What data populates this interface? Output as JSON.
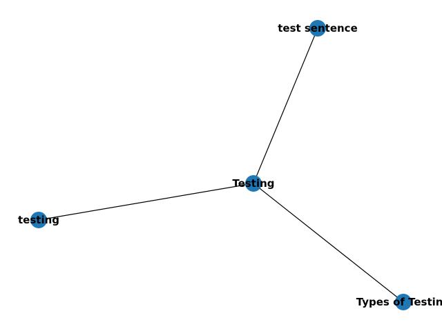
{
  "graph": {
    "node_color": "#1f77b4",
    "edge_color": "#000000",
    "nodes": [
      {
        "id": "testing-hub",
        "label": "Testing"
      },
      {
        "id": "test-sentence",
        "label": "test sentence"
      },
      {
        "id": "testing-leaf",
        "label": "testing"
      },
      {
        "id": "types-of-testing",
        "label": "Types of Testing"
      }
    ],
    "edges": [
      {
        "source": "testing-hub",
        "target": "test-sentence"
      },
      {
        "source": "testing-hub",
        "target": "testing-leaf"
      },
      {
        "source": "testing-hub",
        "target": "types-of-testing"
      }
    ]
  }
}
